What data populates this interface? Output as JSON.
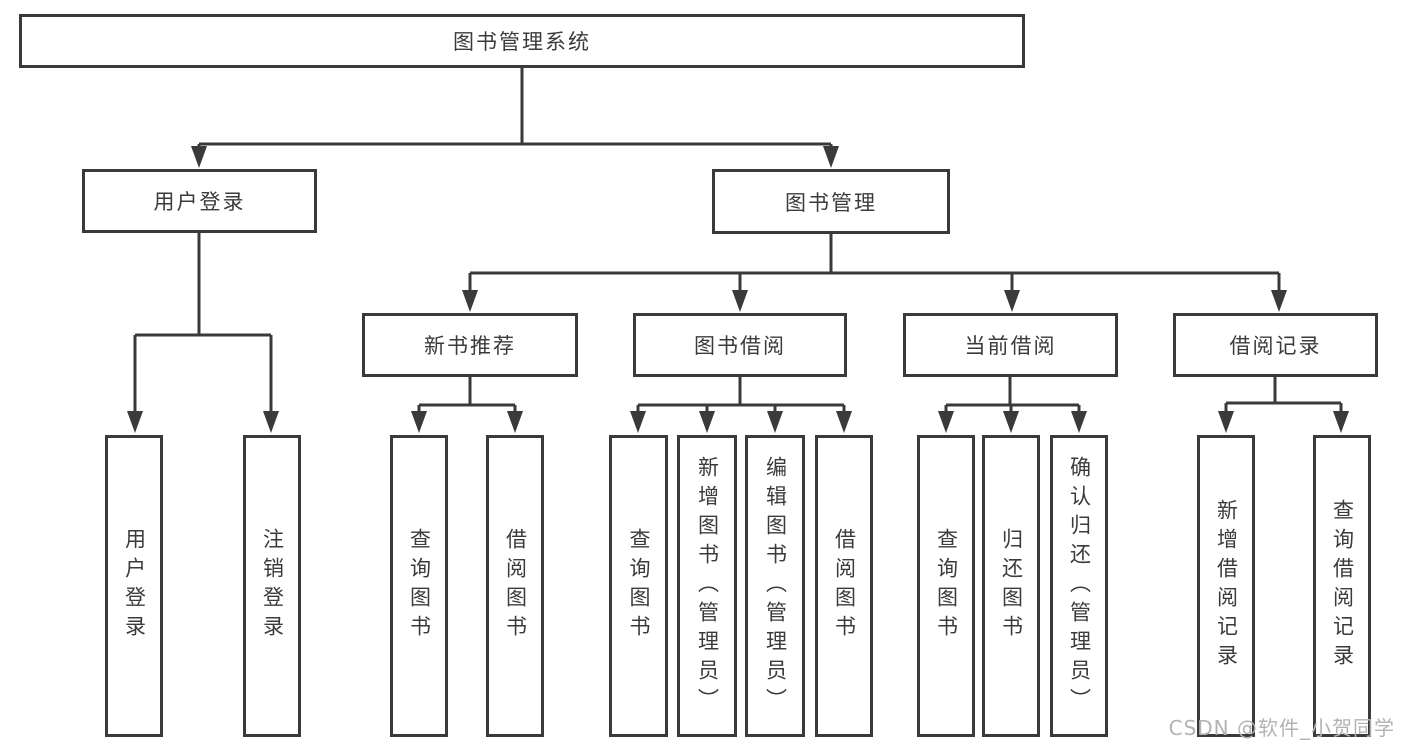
{
  "tree": {
    "root": {
      "label": "图书管理系统"
    },
    "branches": [
      {
        "label": "用户登录",
        "children": [
          {
            "label": "用户登录"
          },
          {
            "label": "注销登录"
          }
        ]
      },
      {
        "label": "图书管理",
        "groups": [
          {
            "label": "新书推荐",
            "children": [
              {
                "label": "查询图书"
              },
              {
                "label": "借阅图书"
              }
            ]
          },
          {
            "label": "图书借阅",
            "children": [
              {
                "label": "查询图书"
              },
              {
                "label": "新增图书（管理员）"
              },
              {
                "label": "编辑图书（管理员）"
              },
              {
                "label": "借阅图书"
              }
            ]
          },
          {
            "label": "当前借阅",
            "children": [
              {
                "label": "查询图书"
              },
              {
                "label": "归还图书"
              },
              {
                "label": "确认归还（管理员）"
              }
            ]
          },
          {
            "label": "借阅记录",
            "children": [
              {
                "label": "新增借阅记录"
              },
              {
                "label": "查询借阅记录"
              }
            ]
          }
        ]
      }
    ]
  },
  "watermark": {
    "text": "CSDN @软件_小贺同学"
  },
  "colors": {
    "line": "#3a3a3a",
    "text": "#3b3b3b",
    "watermark": "#b3b3b3",
    "background": "#ffffff"
  }
}
